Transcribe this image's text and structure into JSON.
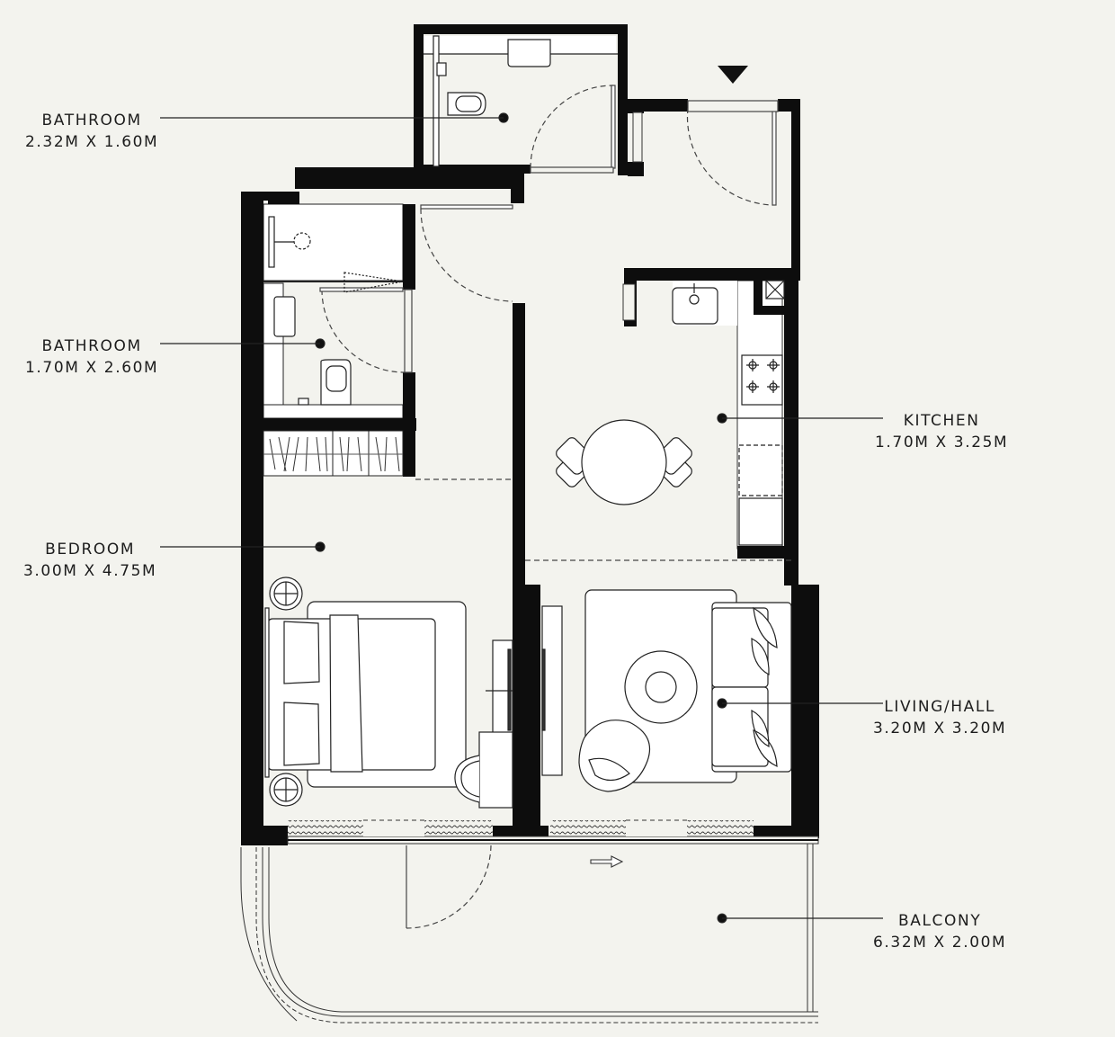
{
  "plan": {
    "type": "apartment-floor-plan",
    "background": "#f3f3ee",
    "wall_color": "#0d0d0d",
    "fixture_fill": "#ffffff",
    "line_color": "#222222"
  },
  "rooms": [
    {
      "id": "bathroom-1",
      "name": "BATHROOM",
      "dims": "2.32M X 1.60M"
    },
    {
      "id": "bathroom-2",
      "name": "BATHROOM",
      "dims": "1.70M X 2.60M"
    },
    {
      "id": "bedroom",
      "name": "BEDROOM",
      "dims": "3.00M X 4.75M"
    },
    {
      "id": "kitchen",
      "name": "KITCHEN",
      "dims": "1.70M X 3.25M"
    },
    {
      "id": "living",
      "name": "LIVING/HALL",
      "dims": "3.20M X 3.20M"
    },
    {
      "id": "balcony",
      "name": "BALCONY",
      "dims": "6.32M X 2.00M"
    }
  ],
  "markers": {
    "entrance": "entrance-arrow",
    "sliding_door": "sliding-direction-arrow"
  }
}
